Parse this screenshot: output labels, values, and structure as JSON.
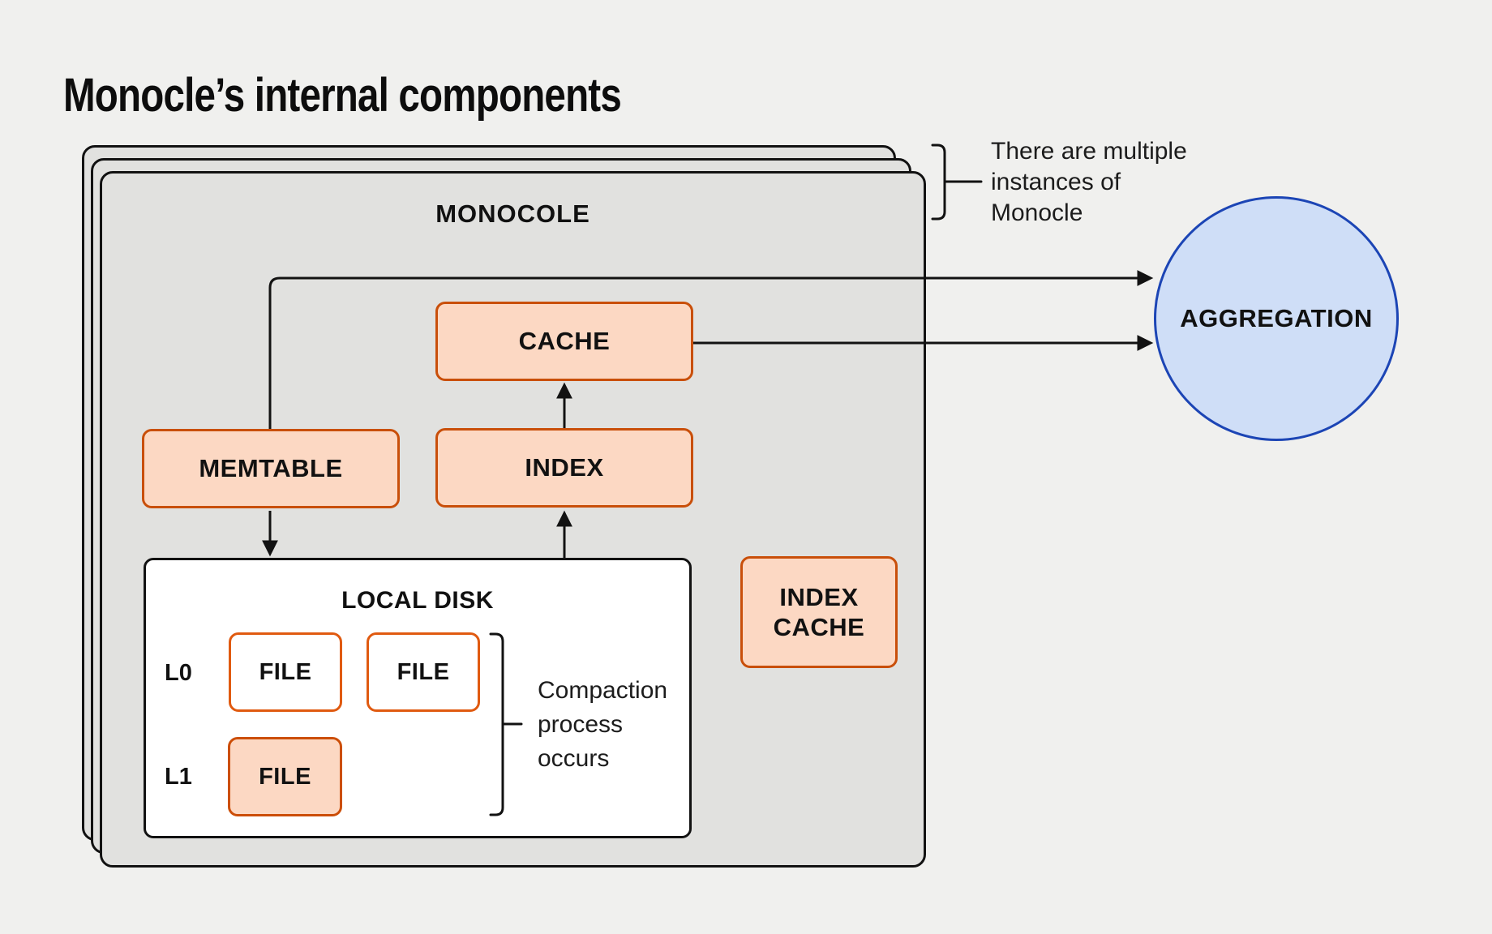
{
  "title": "Monocle’s internal components",
  "container": {
    "label": "MONOCOLE"
  },
  "nodes": {
    "cache": "CACHE",
    "memtable": "MEMTABLE",
    "index": "INDEX",
    "index_cache": "INDEX CACHE",
    "aggregation": "AGGREGATION"
  },
  "local_disk": {
    "label": "LOCAL DISK",
    "levels": [
      {
        "name": "L0",
        "files": [
          "FILE",
          "FILE"
        ]
      },
      {
        "name": "L1",
        "files": [
          "FILE"
        ]
      }
    ]
  },
  "annotations": {
    "instances": {
      "lines": [
        "There are multiple",
        "instances of",
        "Monocle"
      ]
    },
    "compaction": {
      "lines": [
        "Compaction",
        "process",
        "occurs"
      ]
    }
  },
  "colors": {
    "page_bg": "#f0f0ee",
    "container_fill": "#e1e1df",
    "node_fill": "#fcd8c3",
    "node_border": "#c94f0a",
    "file_empty_border": "#e05a10",
    "aggregation_fill": "#cfdef7",
    "aggregation_border": "#1c45b5",
    "line": "#121212"
  }
}
